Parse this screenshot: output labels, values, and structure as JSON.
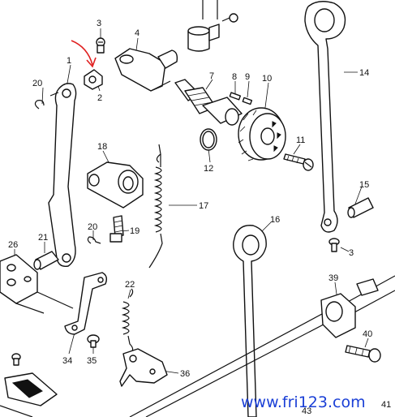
{
  "diagram": {
    "callouts": [
      {
        "id": "1",
        "label": "1"
      },
      {
        "id": "2",
        "label": "2"
      },
      {
        "id": "3a",
        "label": "3"
      },
      {
        "id": "3b",
        "label": "3"
      },
      {
        "id": "4",
        "label": "4"
      },
      {
        "id": "7",
        "label": "7"
      },
      {
        "id": "8",
        "label": "8"
      },
      {
        "id": "9",
        "label": "9"
      },
      {
        "id": "10",
        "label": "10"
      },
      {
        "id": "11",
        "label": "11"
      },
      {
        "id": "12",
        "label": "12"
      },
      {
        "id": "14",
        "label": "14"
      },
      {
        "id": "15",
        "label": "15"
      },
      {
        "id": "16",
        "label": "16"
      },
      {
        "id": "17",
        "label": "17"
      },
      {
        "id": "18",
        "label": "18"
      },
      {
        "id": "19",
        "label": "19"
      },
      {
        "id": "20a",
        "label": "20"
      },
      {
        "id": "20b",
        "label": "20"
      },
      {
        "id": "21",
        "label": "21"
      },
      {
        "id": "22",
        "label": "22"
      },
      {
        "id": "26",
        "label": "26"
      },
      {
        "id": "34",
        "label": "34"
      },
      {
        "id": "35",
        "label": "35"
      },
      {
        "id": "36",
        "label": "36"
      },
      {
        "id": "39",
        "label": "39"
      },
      {
        "id": "40",
        "label": "40"
      },
      {
        "id": "41",
        "label": "41"
      },
      {
        "id": "43",
        "label": "43"
      }
    ],
    "watermark": "www.fri123.com",
    "colors": {
      "ink": "#111111",
      "arrow": "#e02020",
      "watermark": "#1a3fd6",
      "background": "#ffffff"
    }
  }
}
